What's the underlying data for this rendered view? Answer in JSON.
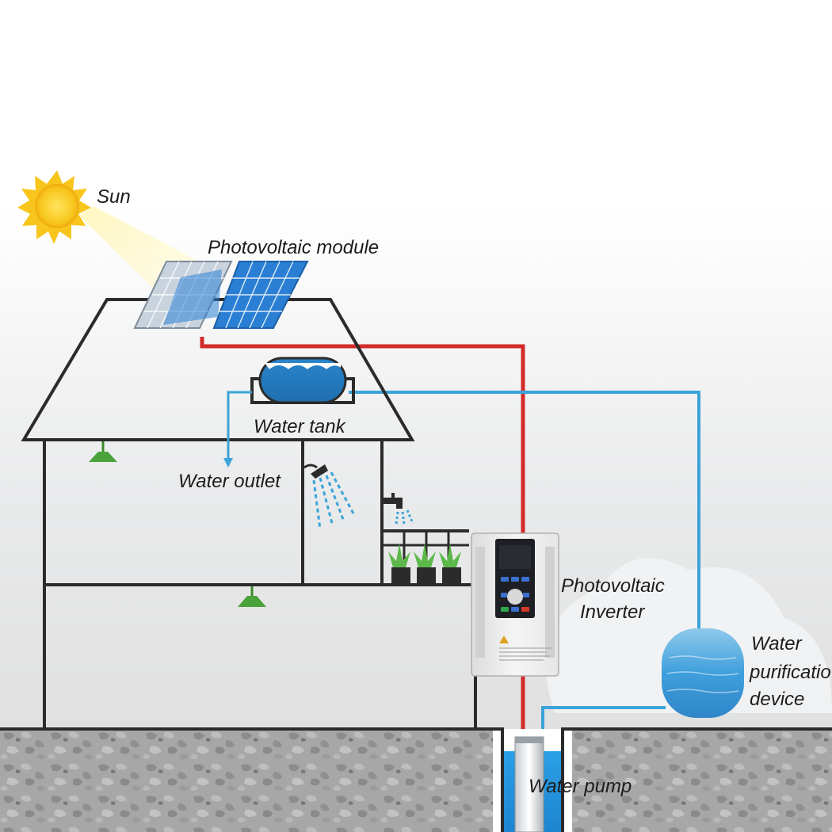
{
  "labels": {
    "sun": "Sun",
    "pv_module": "Photovoltaic module",
    "water_tank": "Water tank",
    "water_outlet": "Water outlet",
    "inverter_line1": "Photovoltaic",
    "inverter_line2": "Inverter",
    "purif_line1": "Water",
    "purif_line2": "purificatio",
    "purif_line3": "device",
    "water_pump": "Water pump"
  },
  "colors": {
    "power_line": "#d42a2a",
    "water_line": "#3aa4d8",
    "outline": "#2b2b2b",
    "sun": "#f7c51c",
    "panel": "#2a7fd4",
    "ground": "#a9a9a9",
    "tank": "#2f8fd0",
    "water": "#2f9be0"
  },
  "icons": [
    "sun-icon",
    "solar-panel-icon",
    "water-tank-icon",
    "shower-icon",
    "faucet-icon",
    "plant-icon",
    "ceiling-lamp-icon",
    "inverter-icon",
    "purification-device-icon",
    "water-pump-icon"
  ]
}
